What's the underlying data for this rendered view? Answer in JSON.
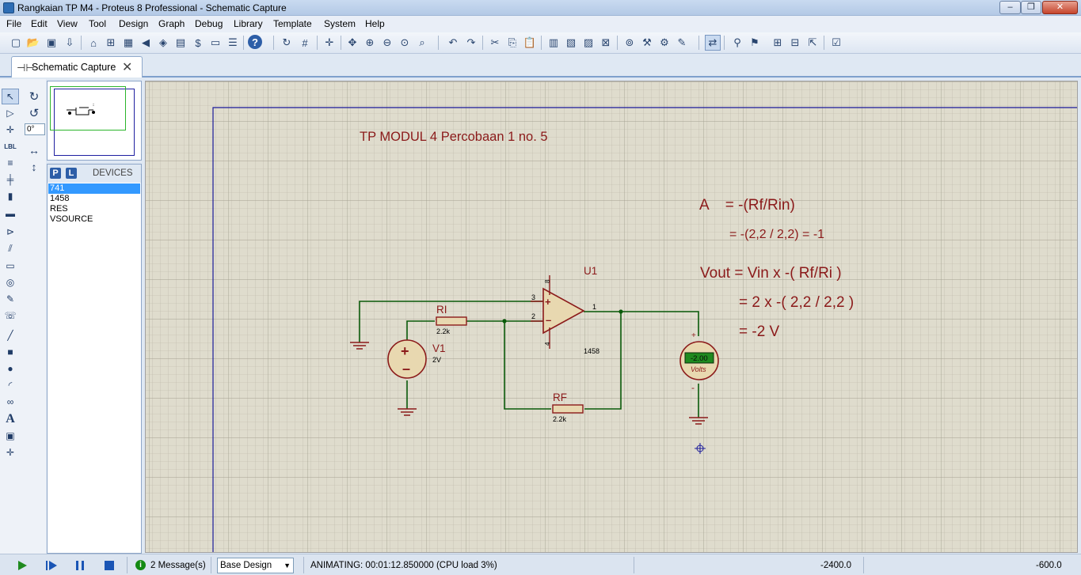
{
  "window": {
    "title": "Rangkaian TP M4 - Proteus 8 Professional - Schematic Capture"
  },
  "menu": [
    "File",
    "Edit",
    "View",
    "Tool",
    "Design",
    "Graph",
    "Debug",
    "Library",
    "Template",
    "System",
    "Help"
  ],
  "tab": {
    "label": "Schematic Capture"
  },
  "modebar": {
    "rotation": "0°"
  },
  "devices": {
    "title": "DEVICES",
    "p_label": "P",
    "l_label": "L",
    "items": [
      "741",
      "1458",
      "RES",
      "VSOURCE"
    ],
    "selected_index": 0
  },
  "schematic": {
    "title_text": "TP MODUL 4 Percobaan 1 no. 5",
    "formula": {
      "line1": "A    = -(Rf/Rin)",
      "line2": "= -(2,2 / 2,2)  = -1",
      "line3": "Vout = Vin x -( Rf/Ri )",
      "line4": "= 2 x -( 2,2 / 2,2 )",
      "line5": "= -2 V"
    },
    "opamp": {
      "ref": "U1",
      "part": "1458",
      "pin_in_plus": "3",
      "pin_in_minus": "2",
      "pin_out": "1",
      "pin_vplus": "8",
      "pin_vminus": "4"
    },
    "ri": {
      "ref": "RI",
      "value": "2.2k"
    },
    "rf": {
      "ref": "RF",
      "value": "2.2k"
    },
    "v1": {
      "ref": "V1",
      "value": "2V"
    },
    "voltmeter": {
      "reading": "-2.00",
      "unit": "Volts",
      "plus": "+",
      "minus": "-"
    }
  },
  "colors": {
    "component": "#8b1a1a",
    "component_fill": "#e8d8b0",
    "wire": "#0a5a0a",
    "text": "#8b1a1a",
    "grid_bg": "#dfdccd",
    "sheet_border": "#1a1a9a",
    "meter_display": "#1f8a1f"
  },
  "status": {
    "messages": "2 Message(s)",
    "design": "Base Design",
    "simulation": "ANIMATING: 00:01:12.850000 (CPU load 3%)",
    "x": "-2400.0",
    "y": "-600.0"
  }
}
